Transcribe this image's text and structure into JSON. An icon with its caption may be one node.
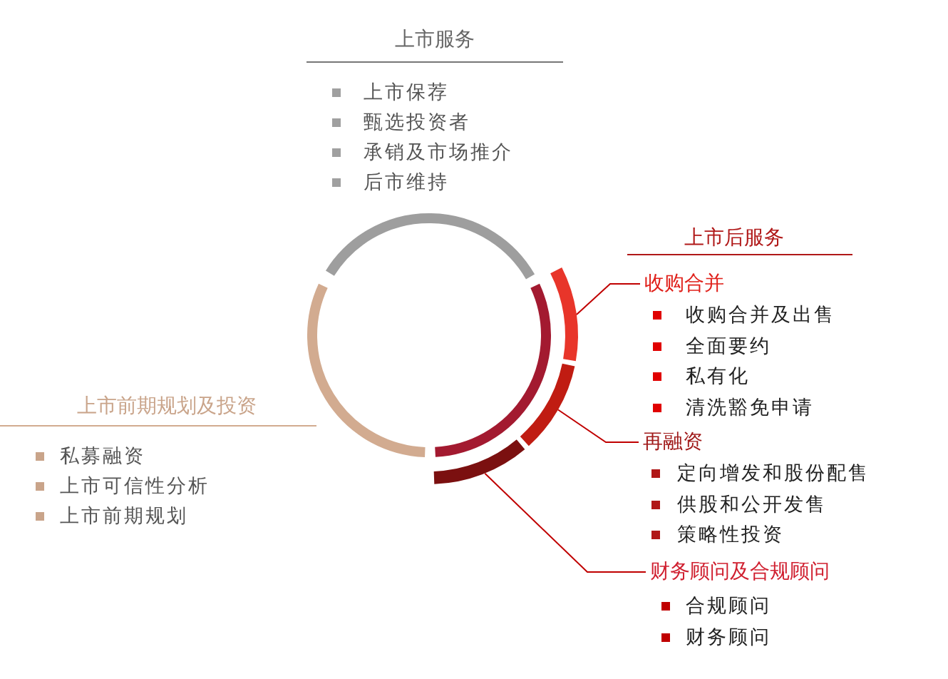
{
  "diagram": {
    "nodes": [
      {
        "text": [],
        "shape": "arc"
      },
      {
        "text": [],
        "shape": "arc"
      },
      {
        "text": [],
        "shape": "arc"
      },
      {
        "text": [
          "收购合并"
        ],
        "beside": [
          "收购合并及出售",
          "全面要约",
          "私有化",
          "清洗豁免申请"
        ]
      },
      {
        "text": [
          "再融资"
        ],
        "beside": [
          "定向增发和股份配售",
          "供股和公开发售",
          "策略性投资"
        ]
      },
      {
        "text": [
          "财务顾问及合规顾问"
        ],
        "beside": [
          "合规顾问",
          "财务顾问"
        ]
      }
    ],
    "edges": [
      {
        "from": 3,
        "to": 0,
        "arrow": "none"
      },
      {
        "from": 4,
        "to": 1,
        "arrow": "none"
      },
      {
        "from": 5,
        "to": 2,
        "arrow": "none"
      }
    ],
    "labels": [
      "上市服务",
      "上市保荐",
      "甄选投资者",
      "承销及市场推介",
      "后市维持",
      "上市后服务",
      "上市前期规划及投资",
      "私募融资",
      "上市可信性分析",
      "上市前期规划"
    ]
  }
}
